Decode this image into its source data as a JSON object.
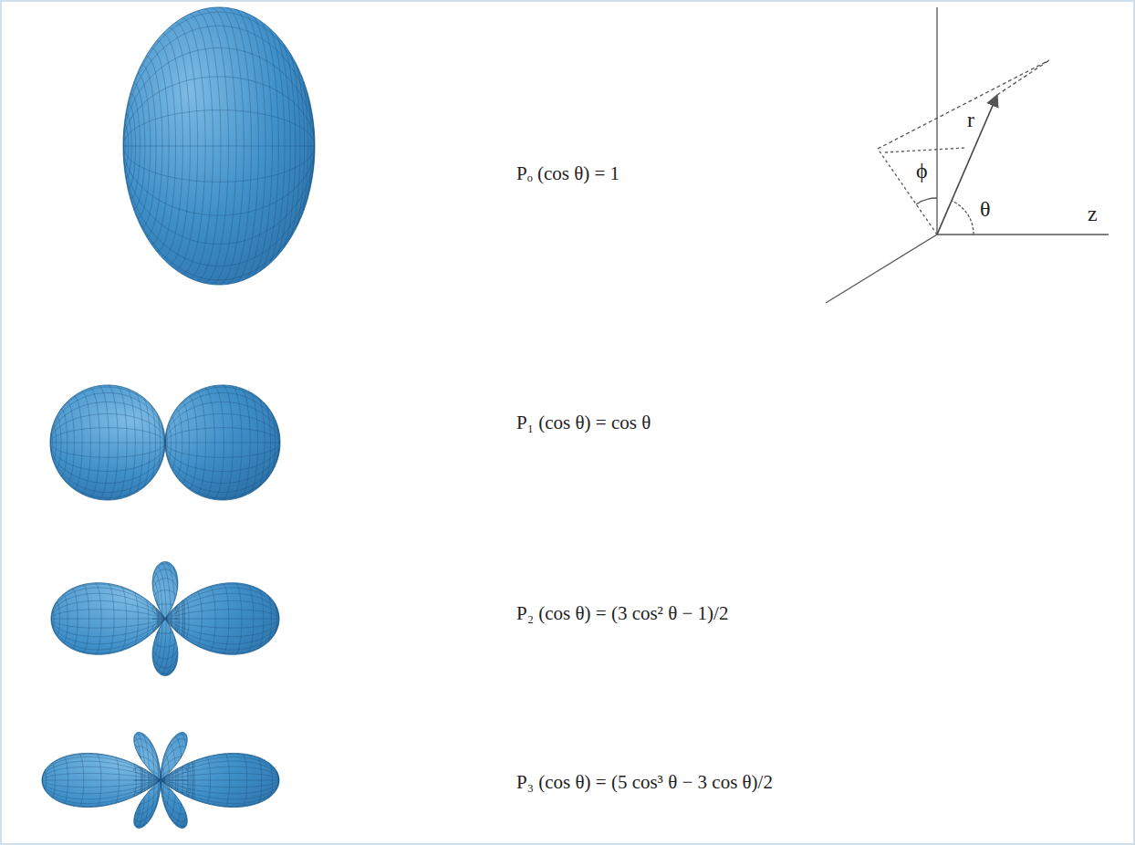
{
  "diagram": {
    "labels": [
      "Pₒ (cos θ) = 1",
      "P₁ (cos θ) = cos θ",
      "P₂ (cos θ) = (3 cos² θ − 1)/2",
      "P₃ (cos θ) = (5 cos³ θ − 3 cos θ)/2",
      "ϕ",
      "r",
      "θ",
      "z"
    ]
  }
}
